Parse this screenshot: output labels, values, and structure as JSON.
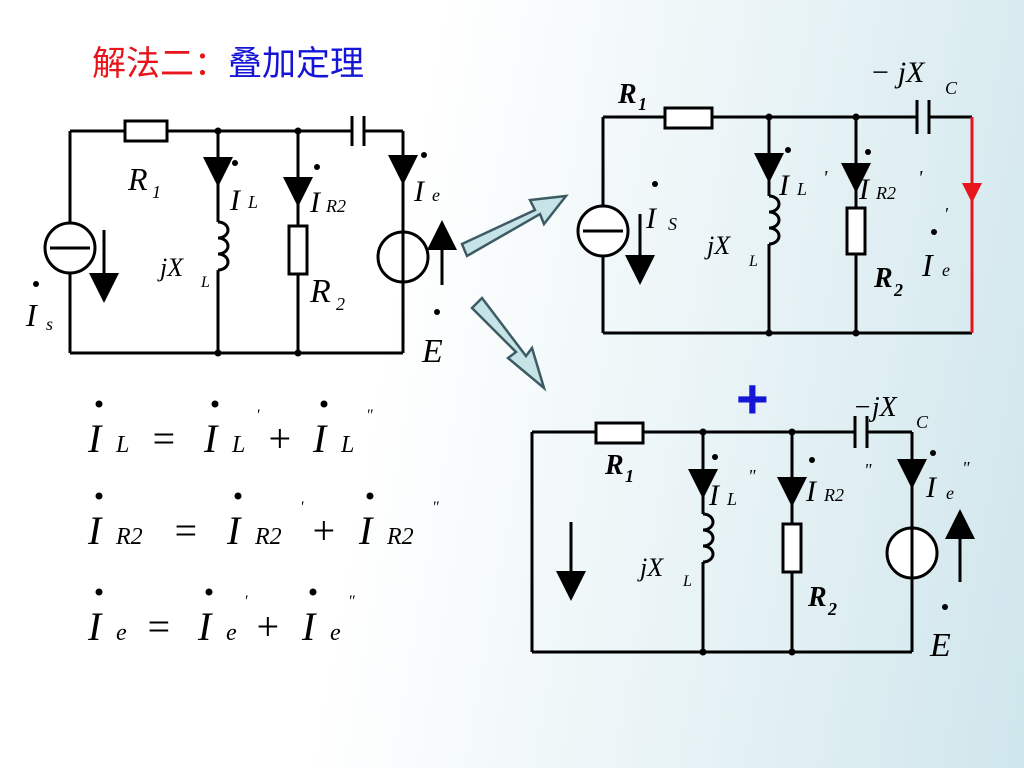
{
  "title": {
    "prefix": "解法二：",
    "main": "叠加定理"
  },
  "labels": {
    "R1": "R",
    "R1_sub": "1",
    "R2": "R",
    "R2_sub": "2",
    "jXL": "jX",
    "L_sub": "L",
    "negjXC": "− jX",
    "C_sub": "C",
    "negjXC_b": "−jX",
    "I": "I",
    "L": "L",
    "R2sub": "R2",
    "e": "e",
    "s": "s",
    "S": "S",
    "E": "E",
    "prime": "'",
    "dprime": "\""
  },
  "plus_sign": "+",
  "equations": {
    "eq1": {
      "lhs_sub": "L",
      "rhs1_sub": "L",
      "rhs2_sub": "L"
    },
    "eq2": {
      "lhs_sub": "R2",
      "rhs1_sub": "R2",
      "rhs2_sub": "R2"
    },
    "eq3": {
      "lhs_sub": "e",
      "rhs1_sub": "e",
      "rhs2_sub": "e"
    },
    "equals": "=",
    "plus": "+"
  },
  "colors": {
    "red": "#e8141b",
    "blue": "#1515d8",
    "arrow_fill": "#c6e3e8",
    "arrow_stroke": "#3d5b63"
  }
}
